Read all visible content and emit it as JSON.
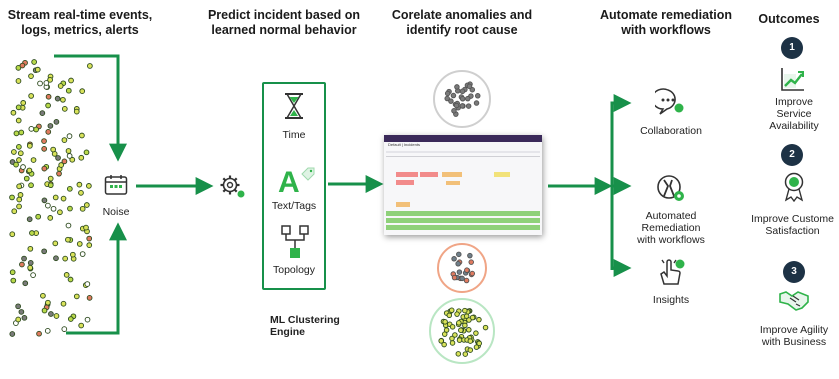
{
  "headers": {
    "stream": "Stream real-time events,\nlogs, metrics, alerts",
    "predict": "Predict incident based on\nlearned normal behavior",
    "correlate": "Corelate anomalies and\nidentify root cause",
    "automate": "Automate remediation\nwith workflows",
    "outcomes": "Outcomes"
  },
  "noise": {
    "label": "Noise",
    "icon": "calendar-icon"
  },
  "engine": {
    "gear_icon": "gear-icon",
    "items": [
      {
        "label": "Time",
        "icon": "hourglass-icon"
      },
      {
        "label": "Text/Tags",
        "icon": "letter-a-tag-icon"
      },
      {
        "label": "Topology",
        "icon": "topology-icon"
      }
    ],
    "caption": "ML Clustering\nEngine"
  },
  "dashboard": {
    "title": "Default | Incidents"
  },
  "actions": [
    {
      "label": "Collaboration",
      "icon": "chat-bubbles-icon"
    },
    {
      "label": "Automated\nRemediation\nwith workflows",
      "icon": "wrench-gear-icon"
    },
    {
      "label": "Insights",
      "icon": "hand-pointer-icon"
    }
  ],
  "outcomes": [
    {
      "num": "1",
      "label": "Improve\nService\nAvailability",
      "icon": "growth-chart-icon"
    },
    {
      "num": "2",
      "label": "Improve Custome\nSatisfaction",
      "icon": "award-ribbon-icon"
    },
    {
      "num": "3",
      "label": "Improve Agility\nwith Business",
      "icon": "handshake-icon"
    }
  ],
  "colors": {
    "green": "#17904a",
    "navy": "#1d3245",
    "gray_dot": "#7a7a7a",
    "red_dot": "#e07a5f",
    "yellow_dot": "#d9e25a"
  }
}
